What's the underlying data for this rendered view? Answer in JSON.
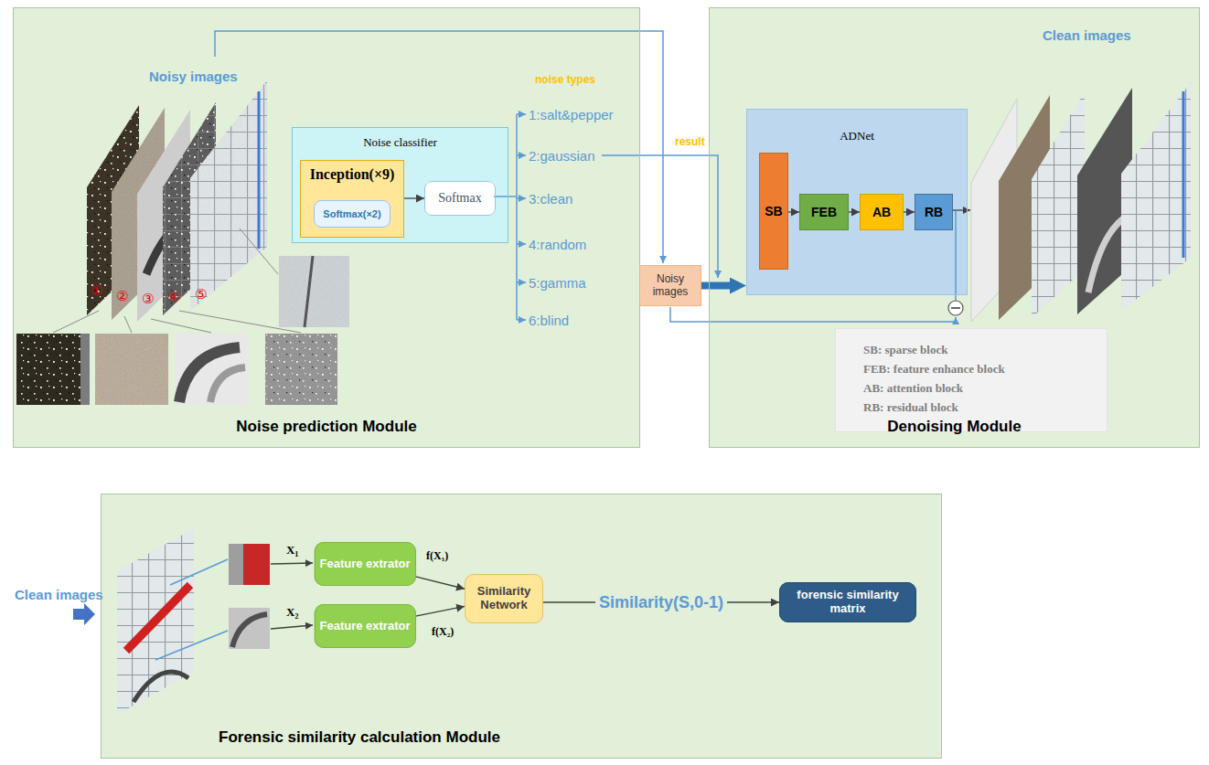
{
  "diagram": {
    "nodes": [
      {
        "text": [
          "Noise prediction Module"
        ]
      },
      {
        "text": [
          "Noise classifier"
        ],
        "in": 0
      },
      {
        "text": [
          "Inception(×9)"
        ],
        "in": 1
      },
      {
        "text": [
          "Softmax(×2)"
        ],
        "in": 2
      },
      {
        "text": [
          "Softmax"
        ],
        "in": 1
      },
      {
        "text": [
          "Noisy images"
        ]
      },
      {
        "text": [
          "Denoising Module"
        ]
      },
      {
        "text": [
          "ADNet"
        ],
        "in": 6
      },
      {
        "text": [
          "SB"
        ],
        "in": 7
      },
      {
        "text": [
          "FEB"
        ],
        "in": 7
      },
      {
        "text": [
          "AB"
        ],
        "in": 7
      },
      {
        "text": [
          "RB"
        ],
        "in": 7
      },
      {
        "text": [
          "SB: sparse block",
          "FEB: feature enhance block",
          "AB: attention block",
          "RB: residual block"
        ],
        "in": 6
      },
      {
        "text": [
          "Forensic similarity calculation Module"
        ]
      },
      {
        "text": [
          "Feature extrator"
        ],
        "in": 13
      },
      {
        "text": [
          "Feature extrator"
        ],
        "in": 13
      },
      {
        "text": [
          "Similarity Network"
        ],
        "in": 13
      },
      {
        "text": [
          "forensic similarity matrix"
        ],
        "in": 13
      }
    ],
    "edges": [
      {
        "from": 2,
        "to": 4,
        "arrow": "to"
      },
      {
        "from": 5,
        "to": 7,
        "arrow": "to"
      },
      {
        "from": 8,
        "to": 9,
        "arrow": "to"
      },
      {
        "from": 9,
        "to": 10,
        "arrow": "to"
      },
      {
        "from": 10,
        "to": 11,
        "arrow": "to"
      },
      {
        "from": 14,
        "to": 16,
        "label": "f(X₁)",
        "arrow": "to"
      },
      {
        "from": 15,
        "to": 16,
        "label": "f(X₂)",
        "arrow": "to"
      },
      {
        "from": 16,
        "to": 17,
        "label": "Similarity(S,0-1)",
        "arrow": "to"
      }
    ],
    "labels": [
      "Noisy images",
      "①",
      "②",
      "③",
      "④",
      "⑤",
      "noise types",
      "1:salt&pepper",
      "2:gaussian",
      "3:clean",
      "4:random",
      "5:gamma",
      "6:blind",
      "result",
      "Clean images",
      "Clean images",
      "X₁",
      "X₂"
    ]
  }
}
